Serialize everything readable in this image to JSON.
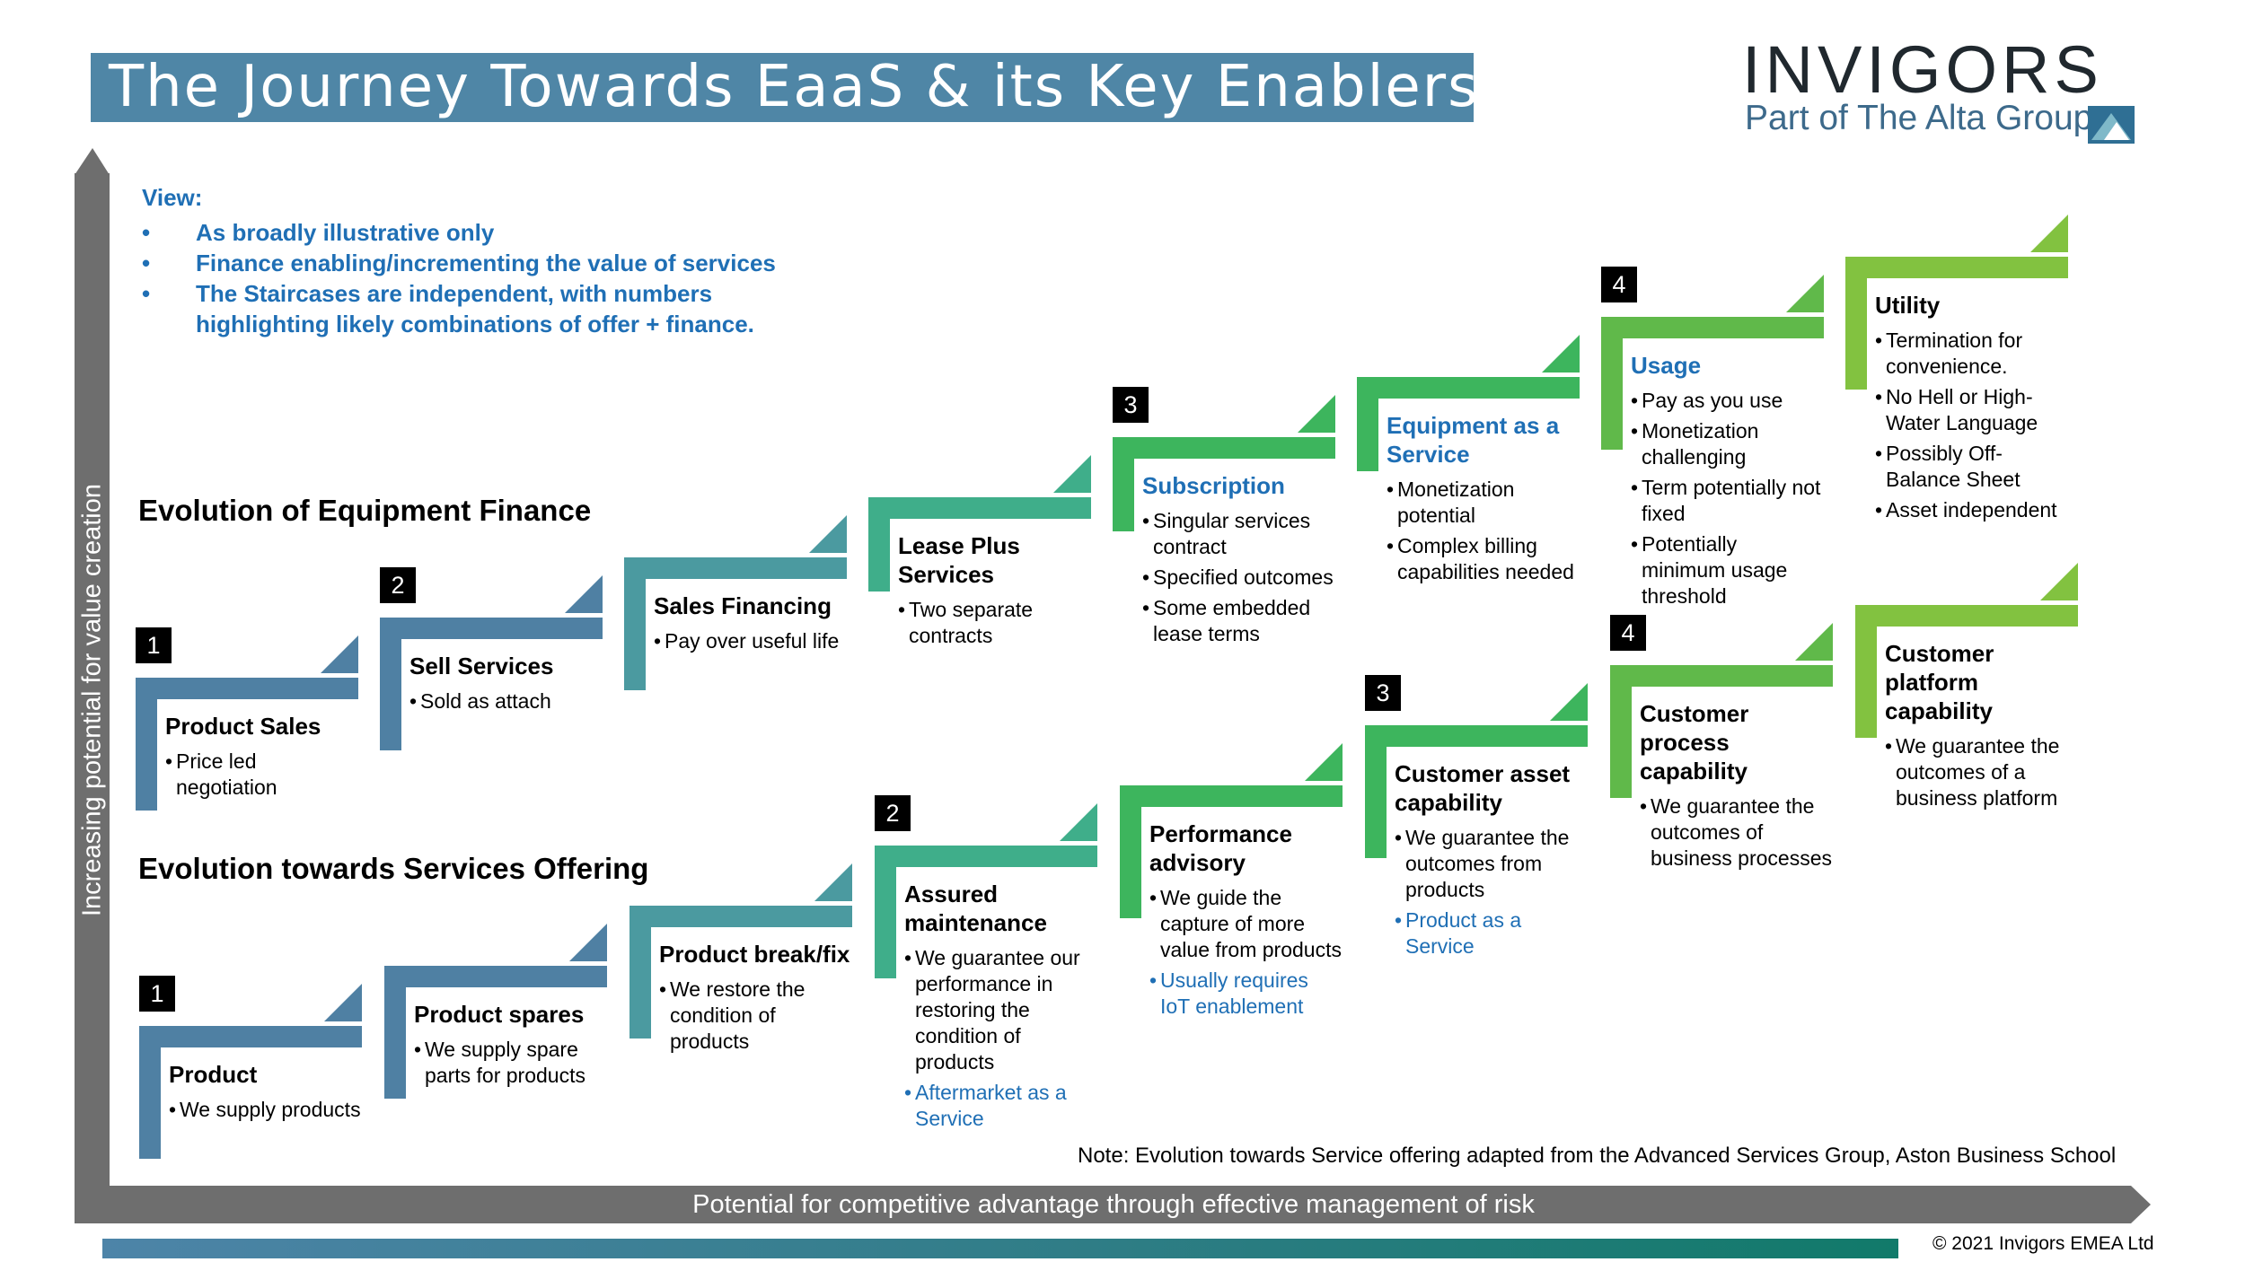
{
  "title": "The Journey Towards EaaS & its Key Enablers",
  "logo": {
    "name": "INVIGORS",
    "sub": "Part of The Alta Group"
  },
  "view": {
    "heading": "View:",
    "bullets": [
      "As broadly illustrative only",
      "Finance enabling/incrementing the value of services",
      "The Staircases are independent, with numbers highlighting likely combinations of offer + finance."
    ]
  },
  "axes": {
    "y_label": "Increasing potential for value creation",
    "x_label": "Potential for competitive advantage through effective management of risk"
  },
  "finance": {
    "heading": "Evolution of Equipment Finance",
    "steps": [
      {
        "title": "Product Sales",
        "badge": "1",
        "bullets": [
          "Price led negotiation"
        ]
      },
      {
        "title": "Sell Services",
        "badge": "2",
        "bullets": [
          "Sold as attach"
        ]
      },
      {
        "title": "Sales Financing",
        "badge": "",
        "bullets": [
          "Pay over useful life"
        ]
      },
      {
        "title": "Lease Plus Services",
        "badge": "",
        "bullets": [
          "Two separate contracts"
        ]
      },
      {
        "title": "Subscription",
        "badge": "3",
        "bullets": [
          "Singular services contract",
          "Specified outcomes",
          "Some embedded lease terms"
        ]
      },
      {
        "title": "Equipment as a Service",
        "badge": "",
        "bullets": [
          "Monetization potential",
          "Complex billing capabilities needed"
        ]
      },
      {
        "title": "Usage",
        "badge": "4",
        "bullets": [
          "Pay as you use",
          "Monetization challenging",
          "Term potentially not fixed",
          "Potentially minimum usage threshold"
        ]
      },
      {
        "title": "Utility",
        "badge": "",
        "bullets": [
          "Termination for convenience.",
          "No Hell or High-Water Language",
          "Possibly Off-Balance Sheet",
          "Asset independent"
        ]
      }
    ]
  },
  "services": {
    "heading": "Evolution towards Services Offering",
    "steps": [
      {
        "title": "Product",
        "badge": "1",
        "bullets": [
          "We supply products"
        ],
        "blue_bullets": []
      },
      {
        "title": "Product spares",
        "badge": "",
        "bullets": [
          "We supply spare parts for products"
        ],
        "blue_bullets": []
      },
      {
        "title": "Product break/fix",
        "badge": "",
        "bullets": [
          "We restore the condition of products"
        ],
        "blue_bullets": []
      },
      {
        "title": "Assured maintenance",
        "badge": "2",
        "bullets": [
          "We guarantee our performance in restoring the condition of products"
        ],
        "blue_bullets": [
          "Aftermarket as a Service"
        ]
      },
      {
        "title": "Performance advisory",
        "badge": "",
        "bullets": [
          "We guide the capture of more value from products"
        ],
        "blue_bullets": [
          "Usually requires IoT enablement"
        ]
      },
      {
        "title": "Customer asset capability",
        "badge": "3",
        "bullets": [
          "We guarantee the outcomes from products"
        ],
        "blue_bullets": [
          "Product as a Service"
        ]
      },
      {
        "title": "Customer process capability",
        "badge": "4",
        "bullets": [
          "We guarantee the outcomes of business processes"
        ],
        "blue_bullets": []
      },
      {
        "title": "Customer platform capability",
        "badge": "",
        "bullets": [
          "We guarantee the outcomes of a business platform"
        ],
        "blue_bullets": []
      }
    ]
  },
  "note": "Note:  Evolution towards Service offering adapted from the Advanced Services Group, Aston Business School",
  "copyright": "© 2021 Invigors EMEA Ltd",
  "colors": {
    "banner": "#4f86a6",
    "accent_blue": "#1f6fb5",
    "axis_grey": "#6e6e6e",
    "step_gradient": [
      "#4f80a3",
      "#4b9aa0",
      "#3fae8a",
      "#3db55d",
      "#60b94a",
      "#82c240"
    ]
  }
}
